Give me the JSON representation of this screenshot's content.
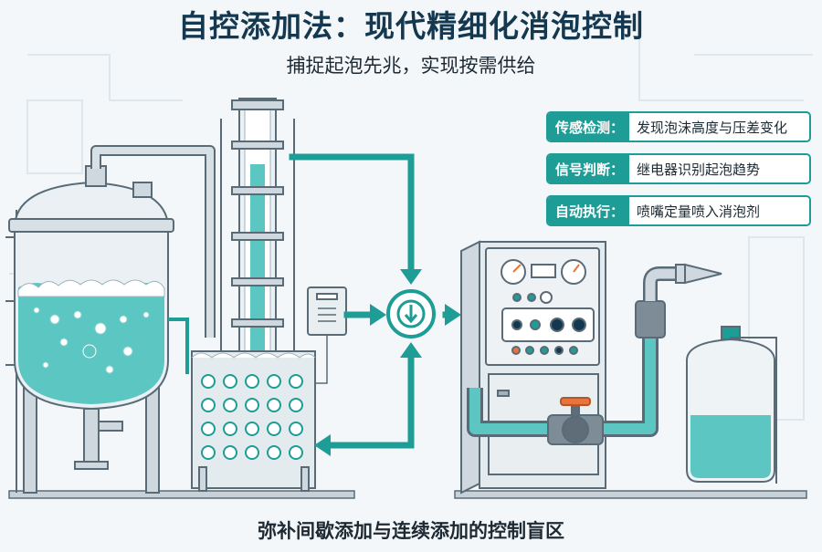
{
  "title": "自控添加法：现代精细化消泡控制",
  "subtitle": "捕捉起泡先兆，实现按需供给",
  "steps": [
    {
      "key": "传感检测：",
      "value": "发现泡沫高度与压差变化"
    },
    {
      "key": "信号判断：",
      "value": "继电器识别起泡趋势"
    },
    {
      "key": "自动执行：",
      "value": "喷嘴定量喷入消泡剂"
    }
  ],
  "caption": "弥补间歇添加与连续添加的控制盲区",
  "colors": {
    "teal": "#1e9c96",
    "liquid": "#5cc7c2",
    "steel": "#cfd8de",
    "outline": "#5a6b78",
    "navy": "#14384f",
    "valve_handle": "#e8743b"
  }
}
